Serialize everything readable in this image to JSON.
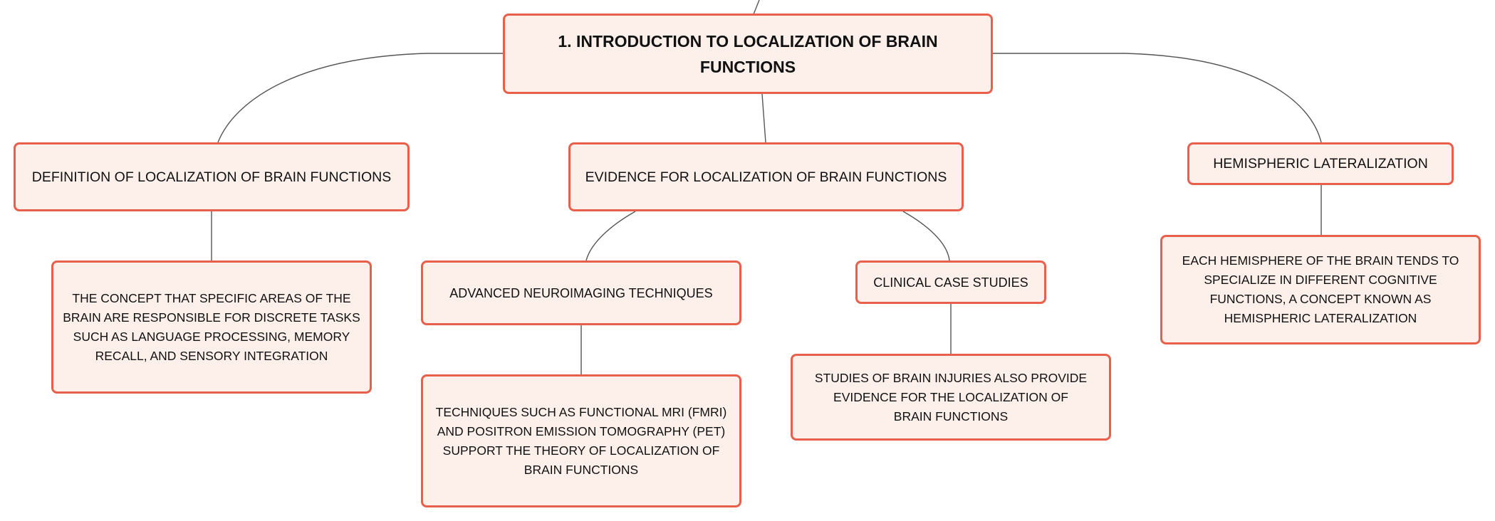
{
  "mindmap": {
    "root": {
      "label": "1. INTRODUCTION TO LOCALIZATION OF BRAIN FUNCTIONS"
    },
    "branches": [
      {
        "label": "DEFINITION OF LOCALIZATION OF BRAIN FUNCTIONS",
        "children": [
          {
            "label": "THE CONCEPT THAT SPECIFIC AREAS OF THE BRAIN ARE RESPONSIBLE FOR DISCRETE TASKS SUCH AS LANGUAGE PROCESSING, MEMORY RECALL, AND SENSORY INTEGRATION"
          }
        ]
      },
      {
        "label": "EVIDENCE FOR LOCALIZATION OF BRAIN FUNCTIONS",
        "children": [
          {
            "label": "ADVANCED NEUROIMAGING TECHNIQUES",
            "children": [
              {
                "label": "TECHNIQUES SUCH AS FUNCTIONAL MRI (FMRI) AND POSITRON EMISSION TOMOGRAPHY (PET) SUPPORT THE THEORY OF LOCALIZATION OF BRAIN FUNCTIONS"
              }
            ]
          },
          {
            "label": "CLINICAL CASE STUDIES",
            "children": [
              {
                "label": "STUDIES OF BRAIN INJURIES ALSO PROVIDE EVIDENCE FOR THE LOCALIZATION OF BRAIN FUNCTIONS"
              }
            ]
          }
        ]
      },
      {
        "label": "HEMISPHERIC LATERALIZATION",
        "children": [
          {
            "label": "EACH HEMISPHERE OF THE BRAIN TENDS TO SPECIALIZE IN DIFFERENT COGNITIVE FUNCTIONS, A CONCEPT KNOWN AS HEMISPHERIC LATERALIZATION"
          }
        ]
      }
    ],
    "colors": {
      "node_border": "#e8604c",
      "node_fill": "#fdf0eb",
      "connector": "#555555",
      "text": "#111111"
    }
  }
}
